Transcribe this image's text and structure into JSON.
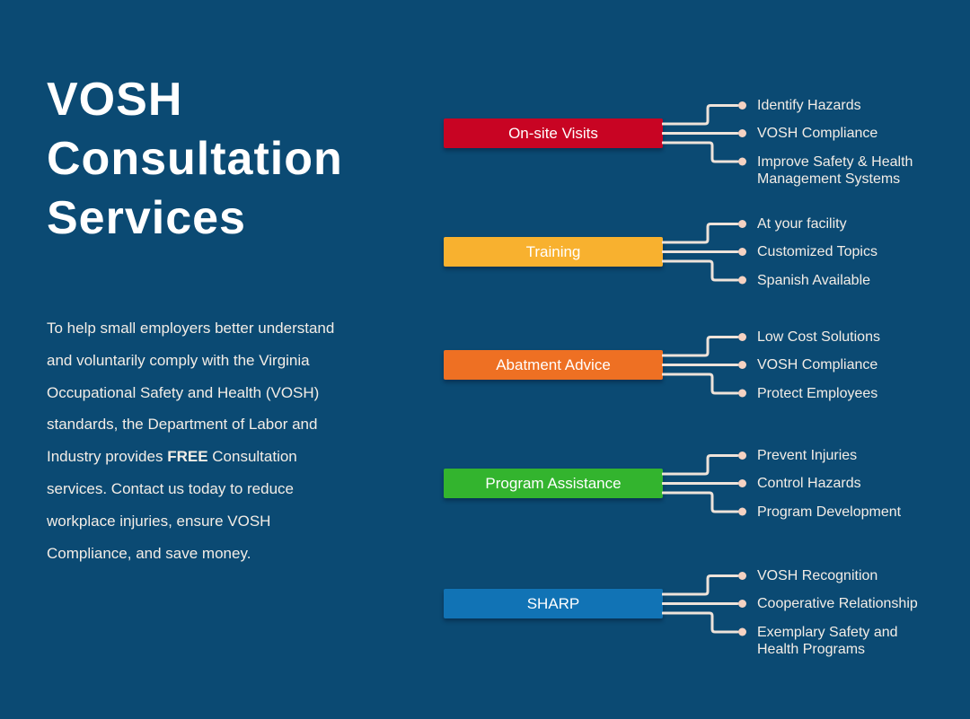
{
  "theme": {
    "bg": "#0b4a73",
    "line": "#eee3da",
    "dot": "#f5d2c2",
    "text": "#f3ede6",
    "bar-text": "#ffffff"
  },
  "title": "VOSH\nConsultation\nServices",
  "intro": {
    "text_before_bold": "To help small employers better understand and voluntarily comply with the Virginia Occupational Safety and Health (VOSH) standards, the Department of Labor and Industry provides ",
    "bold_text": "FREE",
    "text_after_bold": " Consultation services. Contact us today to reduce workplace injuries, ensure VOSH Compliance, and save money."
  },
  "services": [
    {
      "label": "On-site Visits",
      "color": "#c80423",
      "bullets": [
        "Identify Hazards",
        "VOSH Compliance",
        "Improve Safety & Health\nManagement Systems"
      ]
    },
    {
      "label": "Training",
      "color": "#f8b12f",
      "bullets": [
        "At your facility",
        "Customized Topics",
        "Spanish Available"
      ]
    },
    {
      "label": "Abatment Advice",
      "color": "#ee7023",
      "bullets": [
        "Low Cost Solutions",
        "VOSH Compliance",
        "Protect Employees"
      ]
    },
    {
      "label": "Program Assistance",
      "color": "#33b42e",
      "bullets": [
        "Prevent Injuries",
        "Control Hazards",
        "Program Development"
      ]
    },
    {
      "label": "SHARP",
      "color": "#1173b5",
      "bullets": [
        "VOSH Recognition",
        "Cooperative Relationship",
        "Exemplary Safety and\nHealth Programs"
      ]
    }
  ]
}
